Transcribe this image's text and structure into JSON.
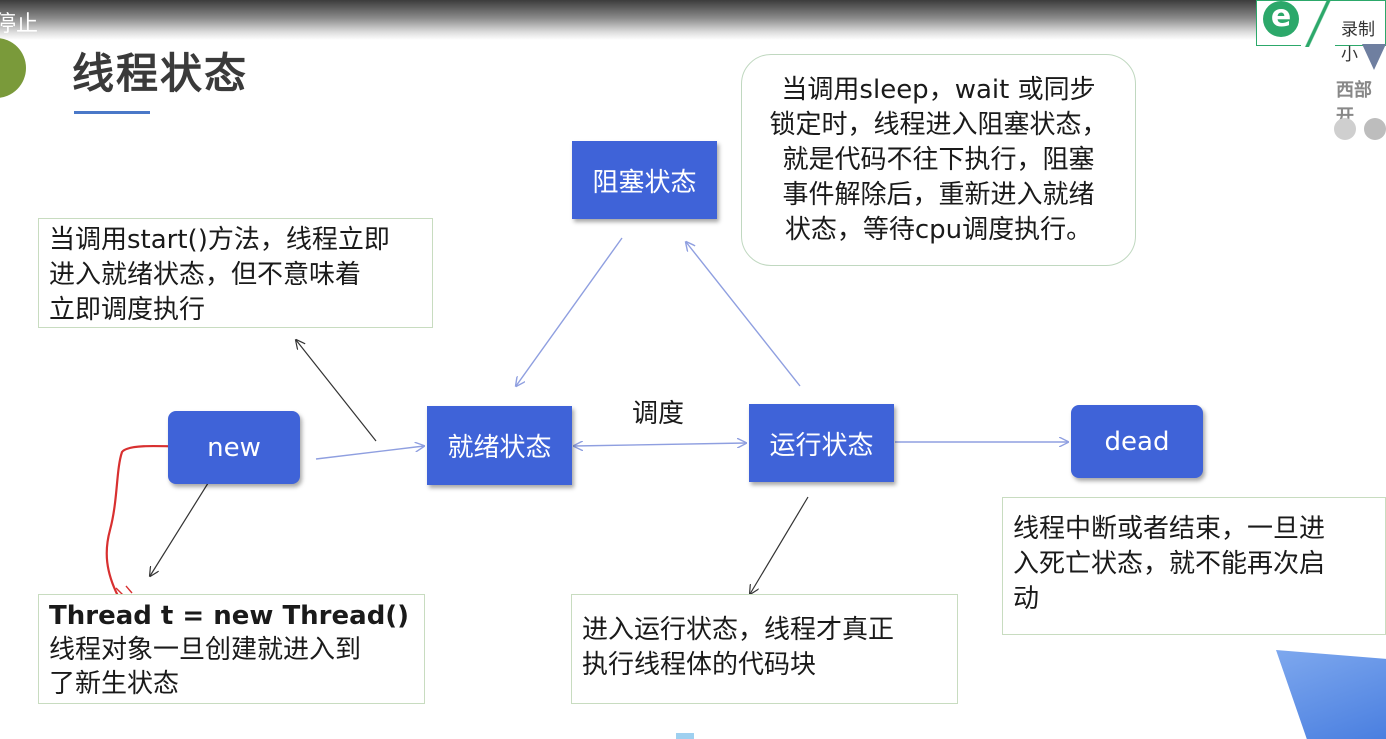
{
  "overlay": {
    "stop_label": "停止",
    "recorder_label": "录制小",
    "recorder_icon": "e",
    "brand_text": "西部开"
  },
  "slide": {
    "title": "线程状态",
    "accent_color": "#3f63d8"
  },
  "states": {
    "new": "new",
    "runnable": "就绪状态",
    "running": "运行状态",
    "blocked": "阻塞状态",
    "dead": "dead"
  },
  "edge_labels": {
    "schedule": "调度"
  },
  "notes": {
    "start": [
      "当调用start()方法，线程立即",
      "进入就绪状态，但不意味着",
      "立即调度执行"
    ],
    "blocked": [
      "当调用sleep，wait 或同步",
      "锁定时，线程进入阻塞状态，",
      "就是代码不往下执行，阻塞",
      "事件解除后，重新进入就绪",
      "状态，等待cpu调度执行。"
    ],
    "new_thread": [
      "Thread t = new Thread()",
      "线程对象一旦创建就进入到",
      "了新生状态"
    ],
    "running": [
      "进入运行状态，线程才真正",
      "执行线程体的代码块"
    ],
    "dead": [
      "线程中断或者结束，一旦进",
      "入死亡状态，就不能再次启",
      "动"
    ]
  }
}
